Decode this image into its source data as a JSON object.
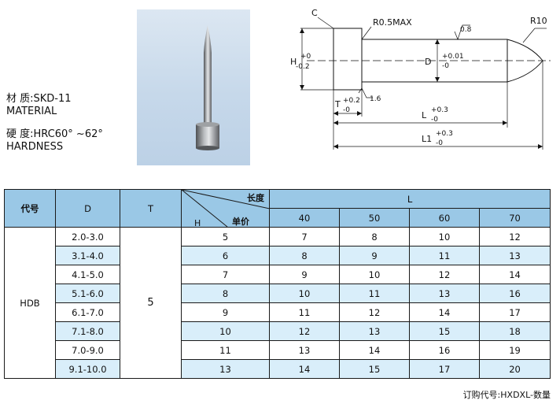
{
  "material": {
    "label": "材  质:SKD-11",
    "label_en": "MATERIAL",
    "hardness": "硬  度:HRC60° ~62°",
    "hardness_en": "HARDNESS"
  },
  "drawing": {
    "c": "C",
    "r05": "R0.5MAX",
    "r10": "R10",
    "roughness_08": "0.8",
    "roughness_16": "1.6",
    "h": "H",
    "h_tol_up": "+0",
    "h_tol_down": "-0.2",
    "d": "D",
    "d_tol_up": "+0.01",
    "d_tol_down": "-0",
    "t": "T",
    "t_tol_up": "+0.2",
    "t_tol_down": "-0",
    "l": "L",
    "l_tol_up": "+0.3",
    "l_tol_down": "-0",
    "l1": "L1",
    "l1_tol_up": "+0.3",
    "l1_tol_down": "-0"
  },
  "table": {
    "col_code": "代号",
    "col_d": "D",
    "col_t": "T",
    "corner_length": "长度",
    "corner_unit": "单价",
    "corner_h": "H",
    "col_l": "L",
    "l_values": [
      "40",
      "50",
      "60",
      "70"
    ],
    "code": "HDB",
    "t_value": "5",
    "rows": [
      {
        "d": "2.0-3.0",
        "h": "5",
        "p": [
          "7",
          "8",
          "10",
          "12"
        ]
      },
      {
        "d": "3.1-4.0",
        "h": "6",
        "p": [
          "8",
          "9",
          "11",
          "13"
        ]
      },
      {
        "d": "4.1-5.0",
        "h": "7",
        "p": [
          "9",
          "10",
          "12",
          "14"
        ]
      },
      {
        "d": "5.1-6.0",
        "h": "8",
        "p": [
          "10",
          "11",
          "13",
          "16"
        ]
      },
      {
        "d": "6.1-7.0",
        "h": "9",
        "p": [
          "11",
          "12",
          "14",
          "17"
        ]
      },
      {
        "d": "7.1-8.0",
        "h": "10",
        "p": [
          "12",
          "13",
          "15",
          "18"
        ]
      },
      {
        "d": "7.0-9.0",
        "h": "11",
        "p": [
          "13",
          "14",
          "16",
          "19"
        ]
      },
      {
        "d": "9.1-10.0",
        "h": "13",
        "p": [
          "14",
          "15",
          "17",
          "20"
        ]
      }
    ]
  },
  "order_code": "订购代号:HXDXL-数量",
  "colors": {
    "header": "#9ac8e6",
    "alt_row": "#d9eefa"
  }
}
